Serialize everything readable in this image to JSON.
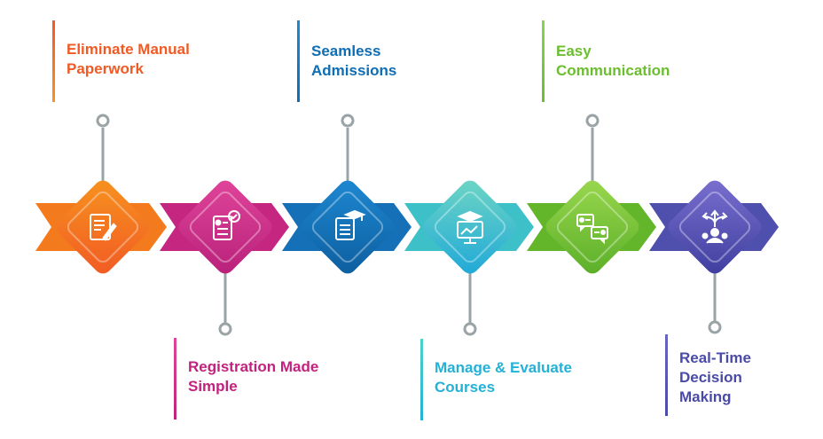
{
  "steps": [
    {
      "title_lines": [
        "Eliminate Manual",
        "Paperwork"
      ],
      "color": "#F15A24",
      "color_light": "#F7931E",
      "icon": "document-edit-icon",
      "position": "top"
    },
    {
      "title_lines": [
        "Registration Made",
        "Simple"
      ],
      "color": "#C2227E",
      "color_light": "#E0459A",
      "icon": "registration-form-icon",
      "position": "bottom"
    },
    {
      "title_lines": [
        "Seamless",
        "Admissions"
      ],
      "color": "#0F6DB4",
      "color_light": "#1E88D2",
      "icon": "admission-document-icon",
      "position": "top"
    },
    {
      "title_lines": [
        "Manage & Evaluate",
        "Courses"
      ],
      "color": "#23B1D7",
      "color_light": "#4DD2C8",
      "icon": "graduation-screen-icon",
      "position": "bottom"
    },
    {
      "title_lines": [
        "Easy",
        "Communication"
      ],
      "color": "#6BBE2E",
      "color_light": "#8ED14B",
      "icon": "chat-users-icon",
      "position": "top"
    },
    {
      "title_lines": [
        "Real-Time",
        "Decision",
        "Making"
      ],
      "color": "#4A4AA8",
      "color_light": "#6A64C4",
      "icon": "decision-arrows-icon",
      "position": "bottom"
    }
  ]
}
